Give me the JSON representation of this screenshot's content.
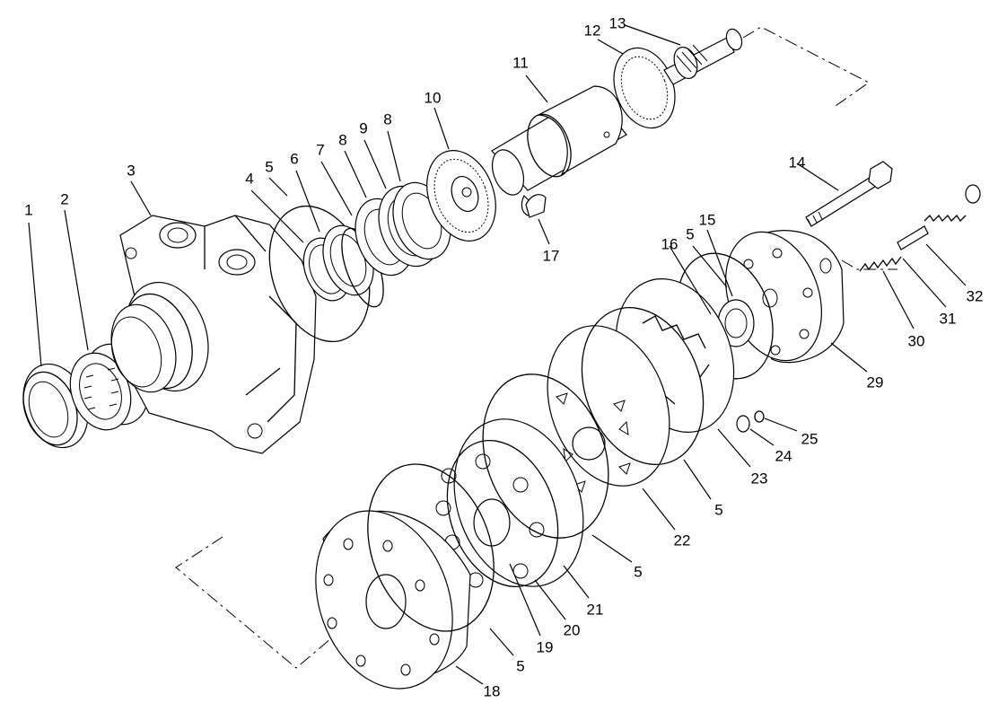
{
  "diagram": {
    "callouts": [
      {
        "id": "c1",
        "text": "1"
      },
      {
        "id": "c2",
        "text": "2"
      },
      {
        "id": "c3",
        "text": "3"
      },
      {
        "id": "c4",
        "text": "4"
      },
      {
        "id": "c5a",
        "text": "5"
      },
      {
        "id": "c6",
        "text": "6"
      },
      {
        "id": "c7",
        "text": "7"
      },
      {
        "id": "c8a",
        "text": "8"
      },
      {
        "id": "c9",
        "text": "9"
      },
      {
        "id": "c8b",
        "text": "8"
      },
      {
        "id": "c10",
        "text": "10"
      },
      {
        "id": "c11",
        "text": "11"
      },
      {
        "id": "c12",
        "text": "12"
      },
      {
        "id": "c13",
        "text": "13"
      },
      {
        "id": "c14",
        "text": "14"
      },
      {
        "id": "c15",
        "text": "15"
      },
      {
        "id": "c16",
        "text": "16"
      },
      {
        "id": "c5b",
        "text": "5"
      },
      {
        "id": "c17",
        "text": "17"
      },
      {
        "id": "c32",
        "text": "32"
      },
      {
        "id": "c31",
        "text": "31"
      },
      {
        "id": "c30",
        "text": "30"
      },
      {
        "id": "c29",
        "text": "29"
      },
      {
        "id": "c25",
        "text": "25"
      },
      {
        "id": "c24",
        "text": "24"
      },
      {
        "id": "c23",
        "text": "23"
      },
      {
        "id": "c5c",
        "text": "5"
      },
      {
        "id": "c22",
        "text": "22"
      },
      {
        "id": "c5d",
        "text": "5"
      },
      {
        "id": "c21",
        "text": "21"
      },
      {
        "id": "c20",
        "text": "20"
      },
      {
        "id": "c19",
        "text": "19"
      },
      {
        "id": "c5e",
        "text": "5"
      },
      {
        "id": "c18",
        "text": "18"
      }
    ]
  }
}
